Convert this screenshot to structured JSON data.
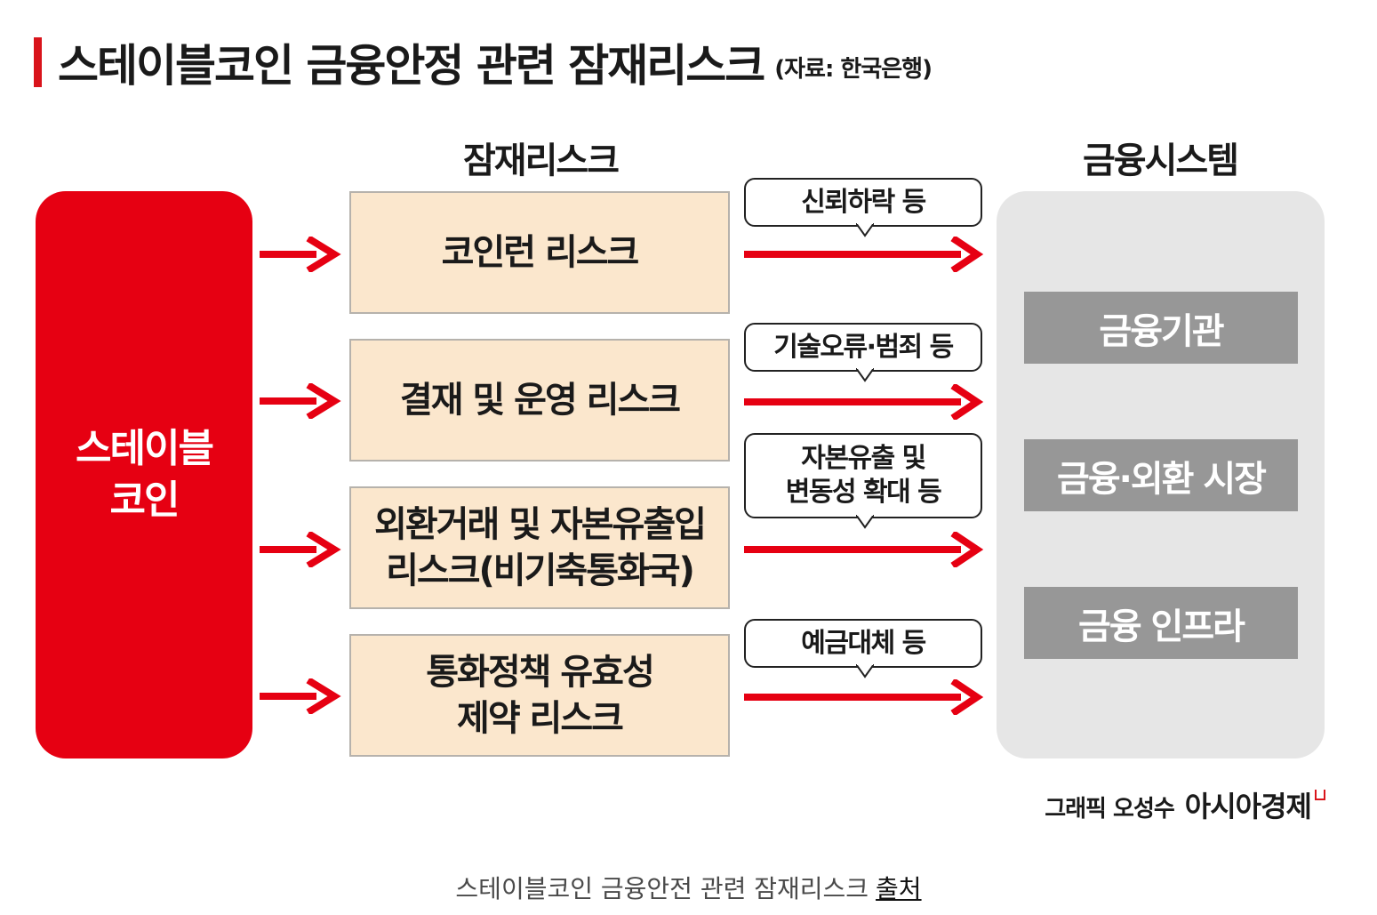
{
  "title": "스테이블코인 금융안정 관련 잠재리스크",
  "source": "(자료: 한국은행)",
  "left_header": "잠재리스크",
  "right_header": "금융시스템",
  "origin": "스테이블\n코인",
  "risks": [
    "코인런 리스크",
    "결재 및 운영 리스크",
    "외환거래 및 자본유출입\n리스크(비기축통화국)",
    "통화정책 유효성\n제약 리스크"
  ],
  "effects": [
    "신뢰하락 등",
    "기술오류·범죄 등",
    "자본유출 및\n변동성 확대 등",
    "예금대체 등"
  ],
  "system_items": [
    "금융기관",
    "금융·외환 시장",
    "금융 인프라"
  ],
  "credit": {
    "graphic": "그래픽 오성수",
    "brand": "아시아경제"
  },
  "caption": {
    "text": "스테이블코인 금융안전 관련 잠재리스크",
    "link": "출처"
  },
  "colors": {
    "accent": "#e60012",
    "risk_fill": "#fbe7cd",
    "system_bg": "#e6e6e6",
    "system_item": "#979797"
  }
}
